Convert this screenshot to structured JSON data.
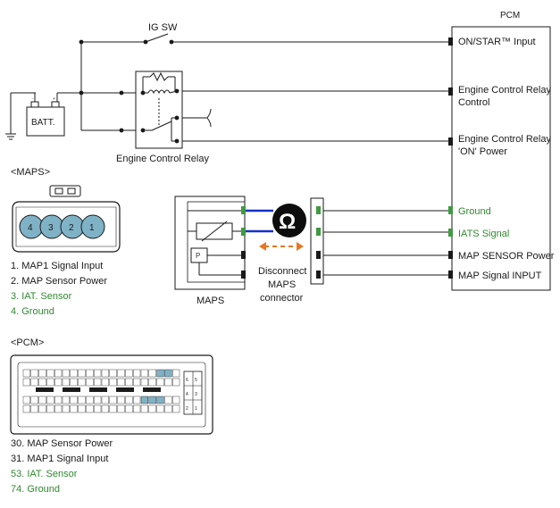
{
  "pcm": {
    "title": "PCM",
    "pins": [
      {
        "label": "ON/STAR™ Input",
        "color": "#1a1a1a"
      },
      {
        "label": "Engine Control Relay Control",
        "color": "#1a1a1a"
      },
      {
        "label": "Engine Control Relay 'ON' Power",
        "color": "#1a1a1a"
      },
      {
        "label": "Ground",
        "color": "#2e8a2e"
      },
      {
        "label": "IATS Signal",
        "color": "#2e8a2e"
      },
      {
        "label": "MAP SENSOR Power",
        "color": "#1a1a1a"
      },
      {
        "label": "MAP Signal  INPUT",
        "color": "#1a1a1a"
      }
    ],
    "line1": [
      "Engine Control Relay",
      "Control"
    ],
    "line2": [
      "Engine Control Relay",
      "'ON' Power"
    ]
  },
  "switch_label": "IG SW",
  "battery_label": "BATT.",
  "battery_plus": "+",
  "battery_minus": "-",
  "relay_label": "Engine Control Relay",
  "maps_label": "MAPS",
  "maps_p": "P",
  "ohm_symbol": "Ω",
  "disconnect_label": [
    "Disconnect",
    "MAPS",
    "connector"
  ],
  "maps_connector": {
    "header": "<MAPS>",
    "pins": [
      "4",
      "3",
      "2",
      "1"
    ],
    "legend": [
      {
        "text": "1. MAP1 Signal Input",
        "color": "#1a1a1a"
      },
      {
        "text": "2. MAP Sensor Power",
        "color": "#1a1a1a"
      },
      {
        "text": "3. IAT. Sensor",
        "color": "#2e8a2e"
      },
      {
        "text": "4. Ground",
        "color": "#2e8a2e"
      }
    ]
  },
  "pcm_connector": {
    "header": "<PCM>",
    "side_pins": [
      "6",
      "5",
      "4",
      "3",
      "2",
      "1"
    ],
    "legend": [
      {
        "text": "30. MAP Sensor Power",
        "color": "#1a1a1a"
      },
      {
        "text": "31. MAP1 Signal Input",
        "color": "#1a1a1a"
      },
      {
        "text": "53. IAT. Sensor",
        "color": "#2e8a2e"
      },
      {
        "text": "74. Ground",
        "color": "#2e8a2e"
      }
    ]
  },
  "colors": {
    "wire": "#1a1a1a",
    "green_text": "#2e8a2e",
    "blue_wire": "#1530c8",
    "arrow": "#e87722",
    "pin_fill": "#7fb2c6",
    "connector_green": "#3f9a3f"
  }
}
